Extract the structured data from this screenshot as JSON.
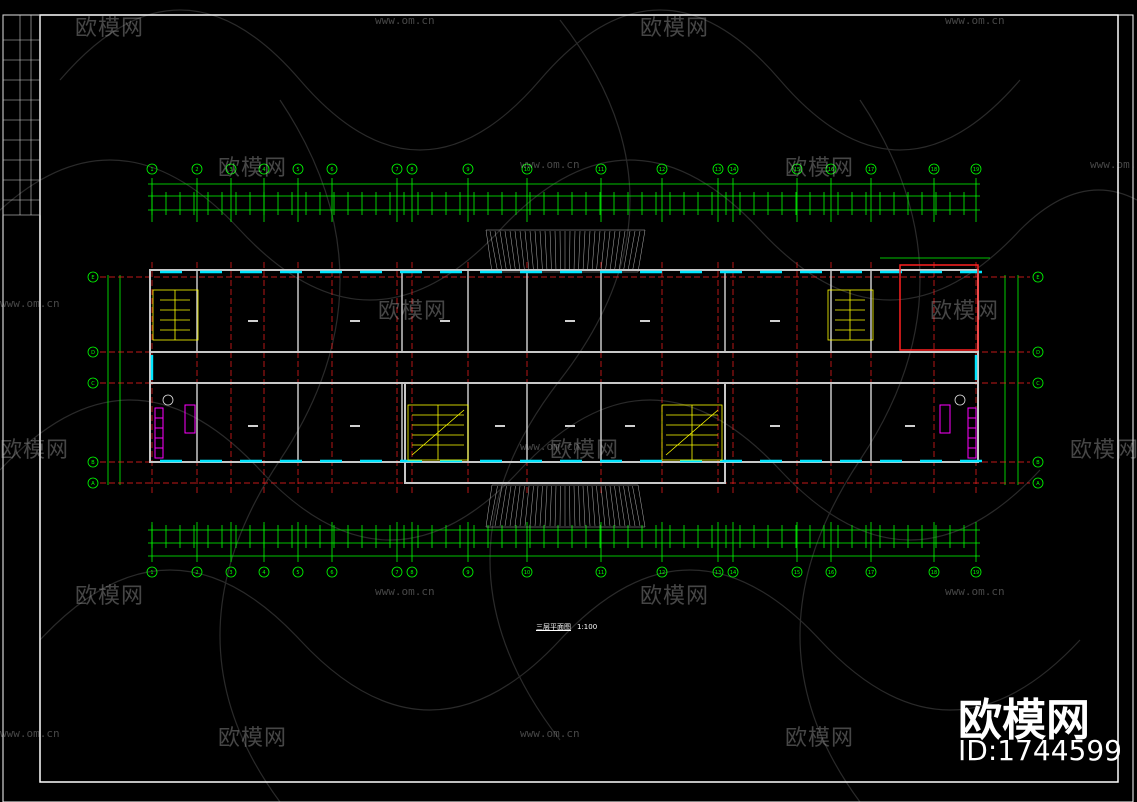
{
  "drawing": {
    "title": "三层平面图",
    "scale": "1:100"
  },
  "watermark": {
    "brand": "欧模网",
    "url": "www.om.cn",
    "corner_brand": "欧模网",
    "corner_id": "ID:1744599"
  },
  "colors": {
    "background": "#000000",
    "wall": "#c8c8c8",
    "dimension": "#00ff00",
    "axis_red": "#ff2020",
    "window_cyan": "#00e5ff",
    "stair_yellow": "#ffff00",
    "fixture_magenta": "#ff00ff",
    "frame": "#ffffff"
  },
  "axes": {
    "horizontal": [
      "1",
      "2",
      "3",
      "4",
      "5",
      "6",
      "7",
      "8",
      "9",
      "10",
      "11",
      "12",
      "13",
      "14",
      "15",
      "16",
      "17",
      "18",
      "19"
    ],
    "vertical": [
      "A",
      "B",
      "C",
      "D",
      "E"
    ]
  }
}
